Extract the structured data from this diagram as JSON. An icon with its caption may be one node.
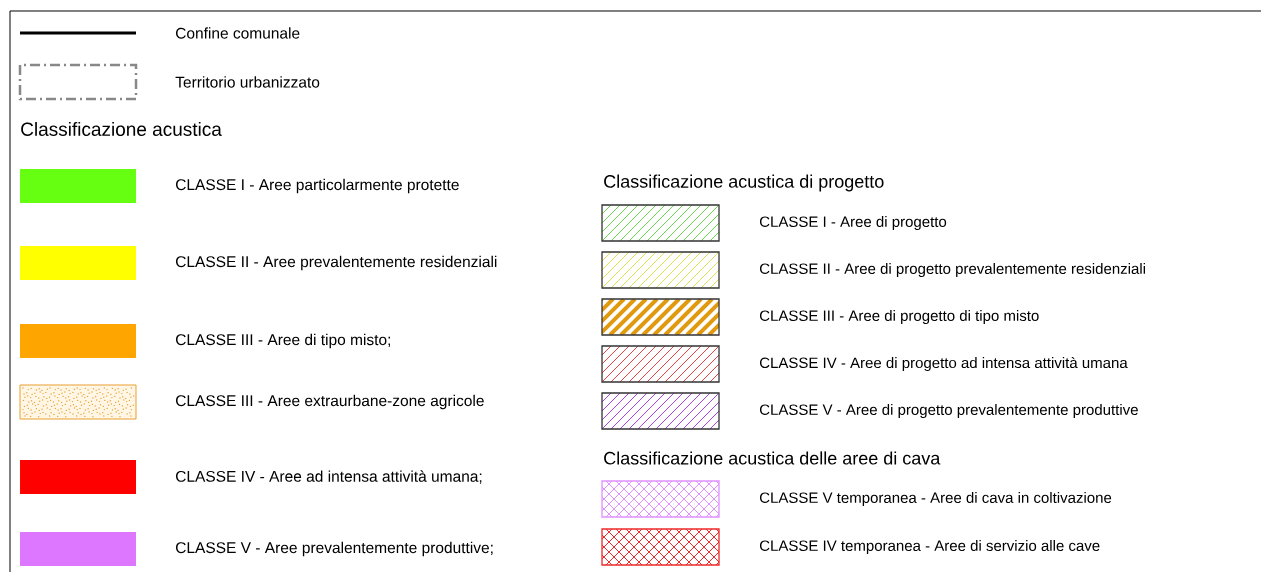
{
  "diagram": {
    "labels": [
      "Classificazione acustica",
      "Classificazione acustica di progetto",
      "Classificazione acustica delle aree di cava"
    ],
    "legend": [
      {
        "text": "Confine comunale"
      },
      {
        "text": "Territorio urbanizzato"
      },
      {
        "text": "CLASSE I - Aree particolarmente protette",
        "color": "#66ff11"
      },
      {
        "text": "CLASSE II - Aree prevalentemente residenziali",
        "color": "#ffff00"
      },
      {
        "text": "CLASSE III - Aree di tipo misto;",
        "color": "#ffa500"
      },
      {
        "text": "CLASSE III - Aree extraurbane-zone agricole"
      },
      {
        "text": "CLASSE IV - Aree ad intensa attività umana;",
        "color": "#ff0000"
      },
      {
        "text": "CLASSE V - Aree prevalentemente produttive;",
        "color": "#dd77ff"
      },
      {
        "text": "CLASSE I - Aree di progetto"
      },
      {
        "text": "CLASSE II - Aree di progetto prevalentemente residenziali"
      },
      {
        "text": "CLASSE III - Aree di progetto di tipo misto"
      },
      {
        "text": "CLASSE IV - Aree di progetto ad intensa attività umana"
      },
      {
        "text": "CLASSE V - Aree di progetto prevalentemente produttive"
      },
      {
        "text": "CLASSE V temporanea - Aree di cava in coltivazione"
      },
      {
        "text": "CLASSE IV temporanea - Aree di servizio alle cave"
      }
    ]
  }
}
